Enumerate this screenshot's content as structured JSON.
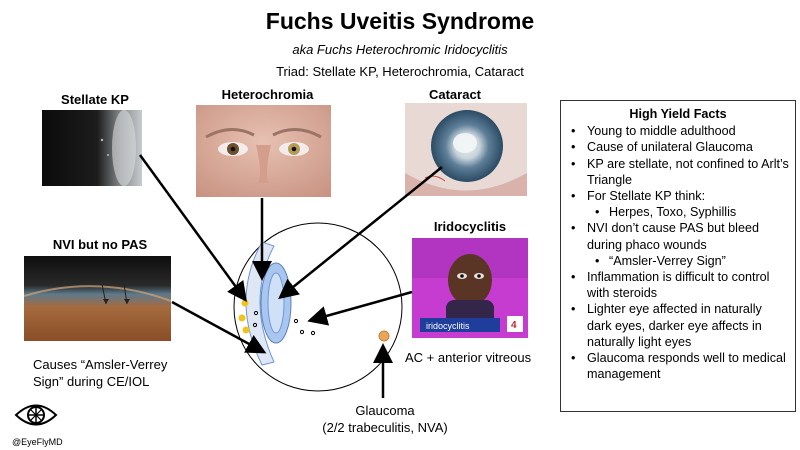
{
  "header": {
    "title": "Fuchs Uveitis Syndrome",
    "subtitle": "aka Fuchs Heterochromic Iridocyclitis",
    "triad": "Triad: Stellate KP, Heterochromia, Cataract"
  },
  "panels": {
    "stellate_kp": {
      "label": "Stellate KP"
    },
    "heterochromia": {
      "label": "Heterochromia"
    },
    "cataract": {
      "label": "Cataract"
    },
    "nvi": {
      "label": "NVI but no PAS",
      "caption_line1": "Causes “Amsler-Verrey",
      "caption_line2": "Sign” during CE/IOL"
    },
    "iridocyclitis": {
      "label": "Iridocyclitis",
      "caption": "AC + anterior vitreous",
      "banner": "iridocyclitis",
      "badge": "4"
    },
    "glaucoma": {
      "label_line1": "Glaucoma",
      "label_line2": "(2/2 trabeculitis, NVA)"
    }
  },
  "facts": {
    "heading": "High Yield Facts",
    "items": [
      {
        "text": "Young to middle adulthood",
        "sub": false
      },
      {
        "text": "Cause of unilateral Glaucoma",
        "sub": false
      },
      {
        "text": "KP are stellate, not confined to Arlt’s Triangle",
        "sub": false
      },
      {
        "text": "For Stellate KP think:",
        "sub": false
      },
      {
        "text": "Herpes, Toxo, Syphillis",
        "sub": true
      },
      {
        "text": "NVI don’t cause PAS but bleed during phaco wounds",
        "sub": false
      },
      {
        "text": "“Amsler-Verrey Sign”",
        "sub": true
      },
      {
        "text": "Inflammation is difficult to control with steroids",
        "sub": false
      },
      {
        "text": "Lighter eye affected in naturally dark eyes, darker eye affects in naturally light eyes",
        "sub": false
      },
      {
        "text": "Glaucoma responds well to medical management",
        "sub": false
      }
    ]
  },
  "logo": {
    "handle": "@EyeFlyMD",
    "icon": "eye-logo-icon"
  },
  "colors": {
    "kp_dots": "#f0c419",
    "pigment_spot": "#e8a65a",
    "lens_blue": "#a9c6ef",
    "cornea_blue": "#6f97d6"
  }
}
